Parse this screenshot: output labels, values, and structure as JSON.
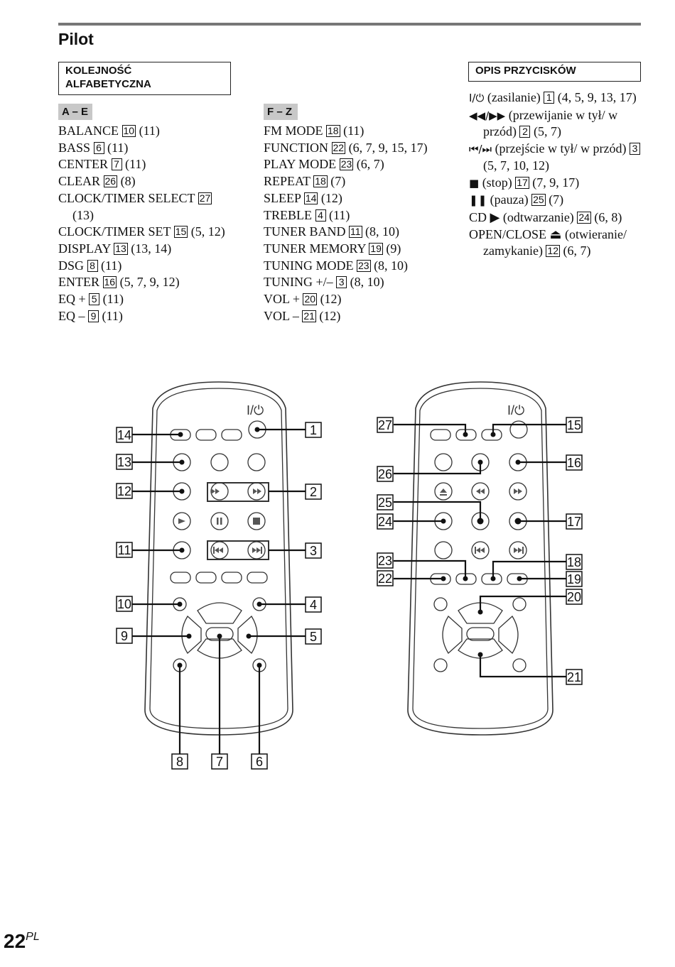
{
  "section_title": "Pilot",
  "left_header": {
    "line1": "KOLEJNOŚĆ",
    "line2": "ALFABETYCZNA"
  },
  "right_header": "OPIS PRZYCISKÓW",
  "tab_ae": "A – E",
  "tab_fz": "F – Z",
  "entries_ae": [
    {
      "name": "BALANCE",
      "num": "10",
      "refs": "(11)"
    },
    {
      "name": "BASS",
      "num": "6",
      "refs": "(11)"
    },
    {
      "name": "CENTER",
      "num": "7",
      "refs": "(11)"
    },
    {
      "name": "CLEAR",
      "num": "26",
      "refs": "(8)"
    },
    {
      "name": "CLOCK/TIMER SELECT",
      "num": "27",
      "refs": "(13)"
    },
    {
      "name": "CLOCK/TIMER SET",
      "num": "15",
      "refs": "(5, 12)"
    },
    {
      "name": "DISPLAY",
      "num": "13",
      "refs": "(13, 14)"
    },
    {
      "name": "DSG",
      "num": "8",
      "refs": "(11)"
    },
    {
      "name": "ENTER",
      "num": "16",
      "refs": "(5, 7, 9, 12)"
    },
    {
      "name": "EQ +",
      "num": "5",
      "refs": "(11)"
    },
    {
      "name": "EQ –",
      "num": "9",
      "refs": "(11)"
    }
  ],
  "entries_fz": [
    {
      "name": "FM MODE",
      "num": "18",
      "refs": "(11)"
    },
    {
      "name": "FUNCTION",
      "num": "22",
      "refs": "(6, 7, 9, 15, 17)"
    },
    {
      "name": "PLAY MODE",
      "num": "23",
      "refs": "(6, 7)"
    },
    {
      "name": "REPEAT",
      "num": "18",
      "refs": "(7)"
    },
    {
      "name": "SLEEP",
      "num": "14",
      "refs": "(12)"
    },
    {
      "name": "TREBLE",
      "num": "4",
      "refs": "(11)"
    },
    {
      "name": "TUNER BAND",
      "num": "11",
      "refs": "(8, 10)"
    },
    {
      "name": "TUNER MEMORY",
      "num": "19",
      "refs": "(9)"
    },
    {
      "name": "TUNING MODE",
      "num": "23",
      "refs": "(8, 10)"
    },
    {
      "name": "TUNING +/–",
      "num": "3",
      "refs": "(8, 10)"
    },
    {
      "name": "VOL +",
      "num": "20",
      "refs": "(12)"
    },
    {
      "name": "VOL –",
      "num": "21",
      "refs": "(12)"
    }
  ],
  "descriptions": [
    {
      "symbol": "I/⏻",
      "text": "(zasilanie)",
      "num": "1",
      "refs": "(4, 5, 9, 13, 17)"
    },
    {
      "symbol": "◀◀/▶▶",
      "text": "(przewijanie w tył/ w przód)",
      "num": "2",
      "refs": "(5, 7)"
    },
    {
      "symbol": "⏮/⏭",
      "text": "(przejście w tył/ w przód)",
      "num": "3",
      "refs": "(5, 7, 10, 12)"
    },
    {
      "symbol": "■",
      "text": "(stop)",
      "num": "17",
      "refs": "(7, 9, 17)"
    },
    {
      "symbol": "❚❚",
      "text": "(pauza)",
      "num": "25",
      "refs": "(7)"
    },
    {
      "symbol": "CD ▶",
      "text": "(odtwarzanie)",
      "num": "24",
      "refs": "(6, 8)"
    },
    {
      "symbol": "OPEN/CLOSE ⏏",
      "text": "(otwieranie/ zamykanie)",
      "num": "12",
      "refs": "(6, 7)"
    }
  ],
  "diagram": {
    "power_label": "I/⏻",
    "left_callouts": [
      "1",
      "2",
      "3",
      "4",
      "5",
      "6",
      "7",
      "8",
      "9",
      "10",
      "11",
      "12",
      "13",
      "14"
    ],
    "right_callouts": [
      "15",
      "16",
      "17",
      "18",
      "19",
      "20",
      "21",
      "22",
      "23",
      "24",
      "25",
      "26",
      "27"
    ]
  },
  "page_number": "22",
  "page_suffix": "PL"
}
